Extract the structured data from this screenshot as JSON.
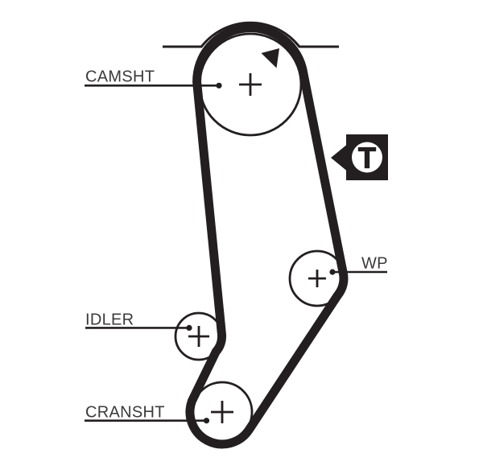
{
  "diagram": {
    "type": "timing-belt-routing-diagram",
    "background_color": "#ffffff",
    "ink_color": "#231f20",
    "label_color": "#3a3a3a",
    "pulleys": [
      {
        "id": "camshaft",
        "label": "CAMSHT"
      },
      {
        "id": "water-pump",
        "label": "WP"
      },
      {
        "id": "idler",
        "label": "IDLER"
      },
      {
        "id": "crankshaft",
        "label": "CRANSHT"
      }
    ],
    "tensioner_badge": {
      "letter": "T",
      "icon": "tensioner-badge-icon"
    },
    "direction_arrow_icon": "belt-direction-arrow-icon",
    "belt": {
      "name": "timing-belt"
    }
  }
}
